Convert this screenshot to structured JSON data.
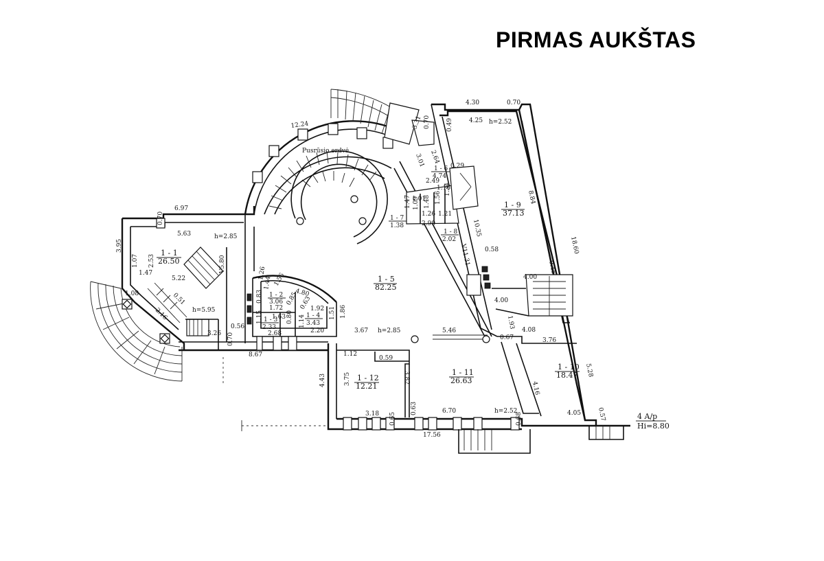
{
  "title": "PIRMAS AUKŠTAS",
  "rooms": [
    {
      "id": "1 - 1",
      "area": "26.50"
    },
    {
      "id": "1 - 2",
      "area": "3.06"
    },
    {
      "id": "1 - 3",
      "area": "2.33"
    },
    {
      "id": "1 - 4",
      "area": "3.43"
    },
    {
      "id": "1 - 5",
      "area": "82.25"
    },
    {
      "id": "1 - 6",
      "area": "4.74"
    },
    {
      "id": "1 - 7",
      "area": "1.38"
    },
    {
      "id": "1 - 8",
      "area": "2.02"
    },
    {
      "id": "1 - 9",
      "area": "37.13"
    },
    {
      "id": "1 - 10",
      "area": "18.47"
    },
    {
      "id": "1 - 11",
      "area": "26.63"
    },
    {
      "id": "1 - 12",
      "area": "12.21"
    }
  ],
  "labels": {
    "half_basement": "Pusrūsio erdvė",
    "stamp_line1": "4 A/p",
    "stamp_line2": "Hi=8.80"
  },
  "heights": [
    "h=2.85",
    "h=5.95",
    "h=2.85",
    "h=2.52",
    "h=2.52"
  ],
  "dimensions": [
    "4.30",
    "0.70",
    "4.25",
    "0.49",
    "0.70",
    "3.31",
    "3.01",
    "2.64",
    "0.29",
    "8.84",
    "18.60",
    "12.24",
    "6.97",
    "0.70",
    "5.63",
    "3.95",
    "1.07",
    "2.53",
    "1.47",
    "5.22",
    "V5.80",
    "1.08",
    "0.51",
    "2.16",
    "0.70",
    "3.26",
    "0.56",
    "8.67",
    "1.26",
    "1.44",
    "1.56",
    "0.83",
    "1.72",
    "1.63",
    "0.85",
    "1.15",
    "0.80",
    "2.68",
    "1.14",
    "0.63",
    "1.92",
    "2.20",
    "4.80",
    "1.51",
    "1.86",
    "2.49",
    "1.16",
    "1.34",
    "1.01",
    "1.09",
    "1.48",
    "1.56",
    "1.26",
    "1.21",
    "1.47",
    "2.90",
    "10.35",
    "V11.31",
    "0.58",
    "3.67",
    "5.46",
    "4.00",
    "0.45",
    "4.00",
    "1.93",
    "4.08",
    "0.67",
    "3.76",
    "5.28",
    "4.16",
    "0.57",
    "4.05",
    "1.12",
    "0.59",
    "3.82",
    "3.75",
    "3.18",
    "0.63",
    "6.70",
    "0.68",
    "17.56",
    "0.65",
    "4.43"
  ]
}
